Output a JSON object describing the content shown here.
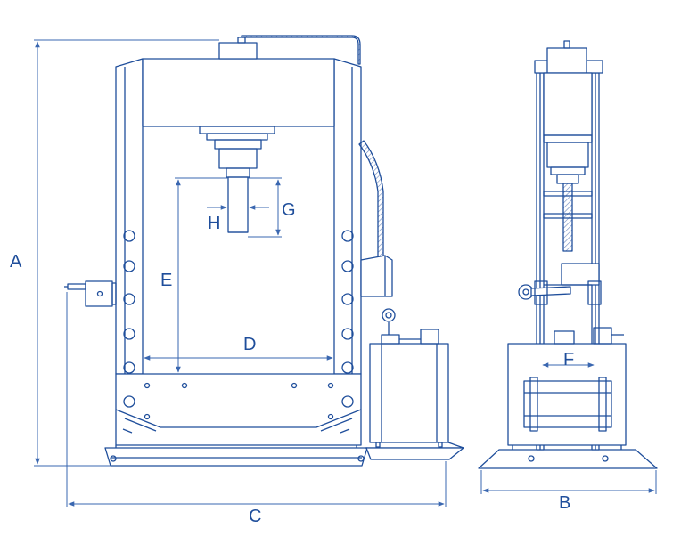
{
  "colors": {
    "line": "#1f4e9b",
    "dimension": "#3a67b0",
    "hatch": "#6a86bd",
    "background": "#ffffff"
  },
  "dimensions": {
    "a": "A",
    "b": "B",
    "c": "C",
    "d": "D",
    "e": "E",
    "f": "F",
    "g": "G",
    "h": "H"
  }
}
